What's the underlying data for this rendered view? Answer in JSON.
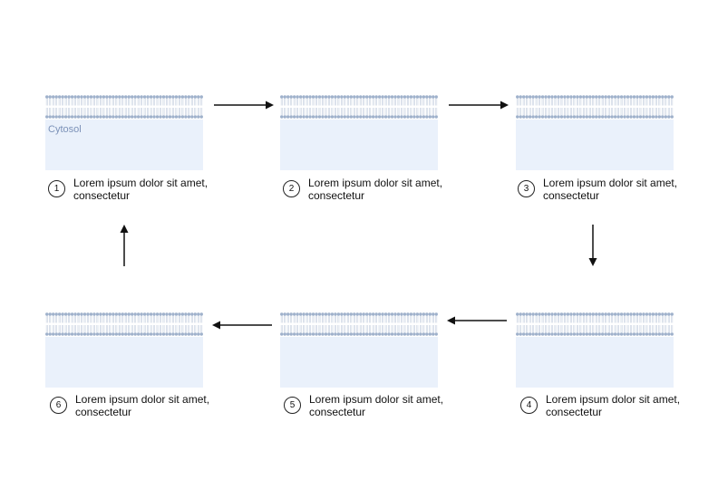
{
  "steps": [
    {
      "number": "1",
      "text": "Lorem ipsum dolor sit amet, consectetur"
    },
    {
      "number": "2",
      "text": "Lorem ipsum dolor sit amet, consectetur"
    },
    {
      "number": "3",
      "text": "Lorem ipsum dolor sit amet, consectetur"
    },
    {
      "number": "4",
      "text": "Lorem ipsum dolor sit amet, consectetur"
    },
    {
      "number": "5",
      "text": "Lorem ipsum dolor sit amet, consectetur"
    },
    {
      "number": "6",
      "text": "Lorem ipsum dolor sit amet, consectetur"
    }
  ],
  "cytosol_label": "Cytosol",
  "colors": {
    "membrane_head": "#9fb1cb",
    "membrane_tail": "#b9c6d8",
    "cytosol": "#eaf1fb",
    "arrow": "#111111"
  }
}
